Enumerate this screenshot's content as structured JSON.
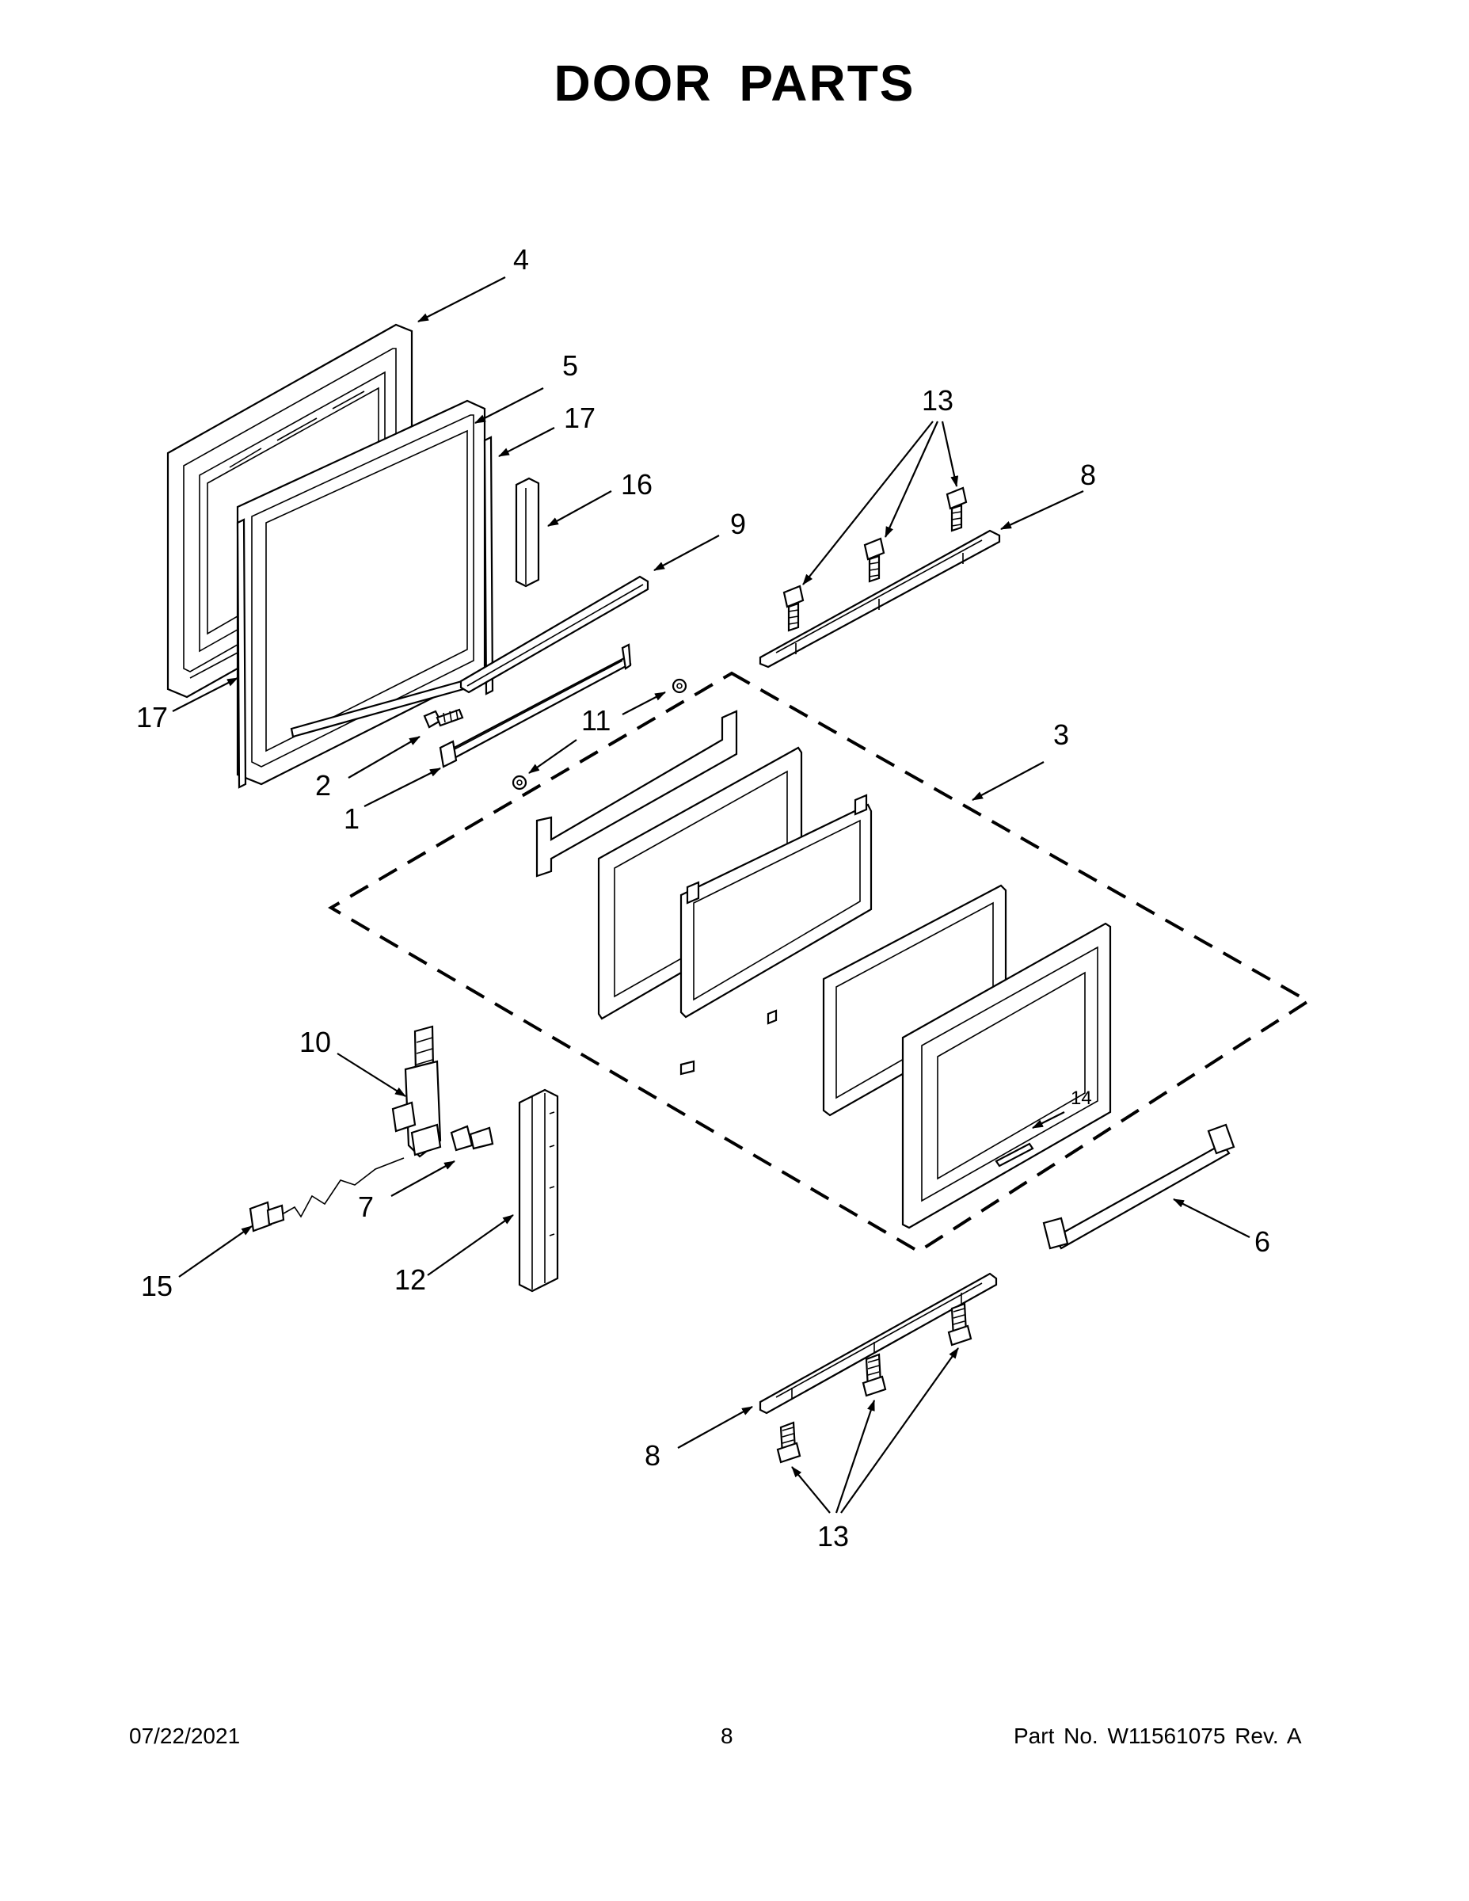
{
  "title": "DOOR PARTS",
  "callouts": {
    "c1": "1",
    "c2": "2",
    "c3": "3",
    "c4": "4",
    "c5": "5",
    "c6": "6",
    "c7": "7",
    "c8_top": "8",
    "c8_bottom": "8",
    "c9": "9",
    "c10": "10",
    "c11": "11",
    "c12": "12",
    "c13_top": "13",
    "c13_bottom": "13",
    "c14": "14",
    "c15": "15",
    "c16": "16",
    "c17_top": "17",
    "c17_left": "17"
  },
  "footer": {
    "date": "07/22/2021",
    "page": "8",
    "part_no": "Part No.  W11561075  Rev.  A"
  },
  "colors": {
    "ink": "#000000",
    "paper": "#ffffff"
  }
}
